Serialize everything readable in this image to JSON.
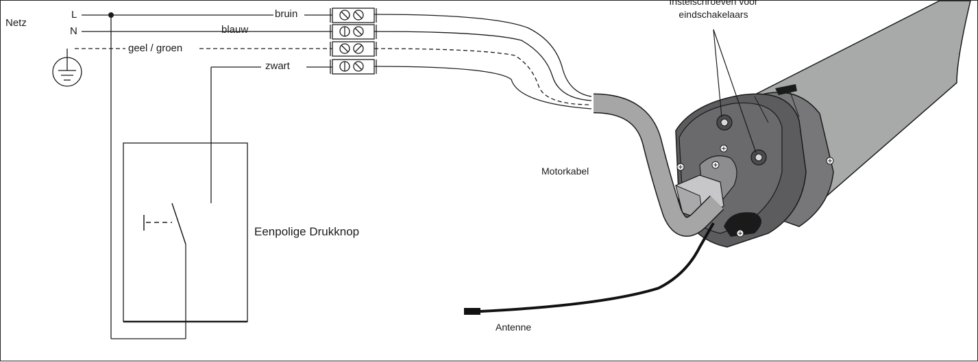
{
  "mains": {
    "label": "Netz",
    "live": "L",
    "neutral": "N"
  },
  "wires": {
    "brown": "bruin",
    "blue": "blauw",
    "earth": "geel / groen",
    "black": "zwart"
  },
  "switch_label": "Eenpolige Drukknop",
  "motor_cable_label": "Motorkabel",
  "antenna_label": "Antenne",
  "callout": {
    "line1": "Instelschroeven voor",
    "line2": "eindschakelaars"
  },
  "colors": {
    "line": "#1a1a1a",
    "cable_grey": "#a6a6a6",
    "motor_tube": "#a7aaa9",
    "motor_head_dark": "#5a5a5c",
    "motor_head_mid": "#77777a",
    "antenna_black": "#111111"
  }
}
